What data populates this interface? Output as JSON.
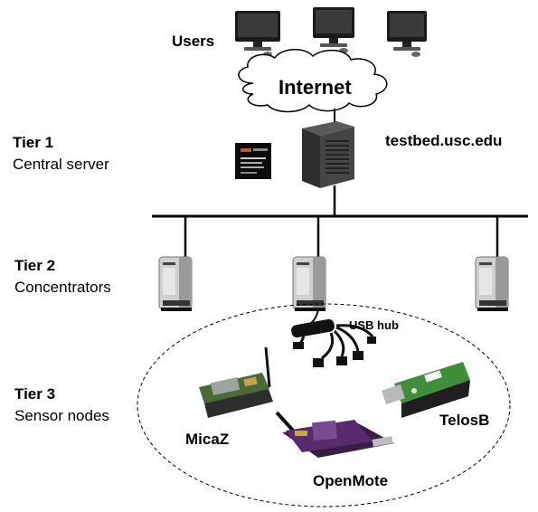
{
  "users_label": "Users",
  "internet_label": "Internet",
  "server_label": "testbed.usc.edu",
  "tiers": [
    {
      "title": "Tier 1",
      "subtitle": "Central server"
    },
    {
      "title": "Tier 2",
      "subtitle": "Concentrators"
    },
    {
      "title": "Tier 3",
      "subtitle": "Sensor nodes"
    }
  ],
  "usb_hub_label": "USB hub",
  "nodes": [
    {
      "label": "MicaZ"
    },
    {
      "label": "TelosB"
    },
    {
      "label": "OpenMote"
    }
  ],
  "colors": {
    "monitor_bezel": "#1a1a1a",
    "screen": "#2b2b2b",
    "server_body": "#3c3c3c",
    "bus_line": "#000000",
    "micaz_board": "#4a6a3a",
    "telosb_board": "#3f8f3a",
    "openmote_board": "#5a2a6e"
  }
}
